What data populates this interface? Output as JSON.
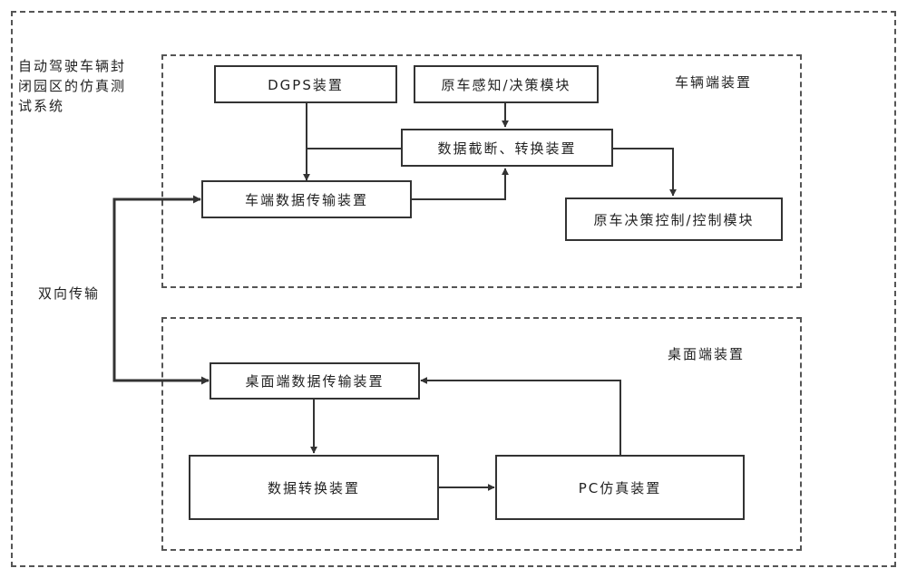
{
  "system_title": "自动驾驶车辆封闭园区的仿真测试系统",
  "system_title_lines": [
    "自动驾驶车辆封",
    "闭园区的仿真测",
    "试系统"
  ],
  "vehicle_group": {
    "label": "车辆端装置",
    "dgps": "DGPS装置",
    "perception": "原车感知/决策模块",
    "intercept": "数据截断、转换装置",
    "vehicle_transfer": "车端数据传输装置",
    "decision_control": "原车决策控制/控制模块"
  },
  "desktop_group": {
    "label": "桌面端装置",
    "desktop_transfer": "桌面端数据传输装置",
    "data_convert": "数据转换装置",
    "pc_sim": "PC仿真装置"
  },
  "link_label": "双向传输"
}
